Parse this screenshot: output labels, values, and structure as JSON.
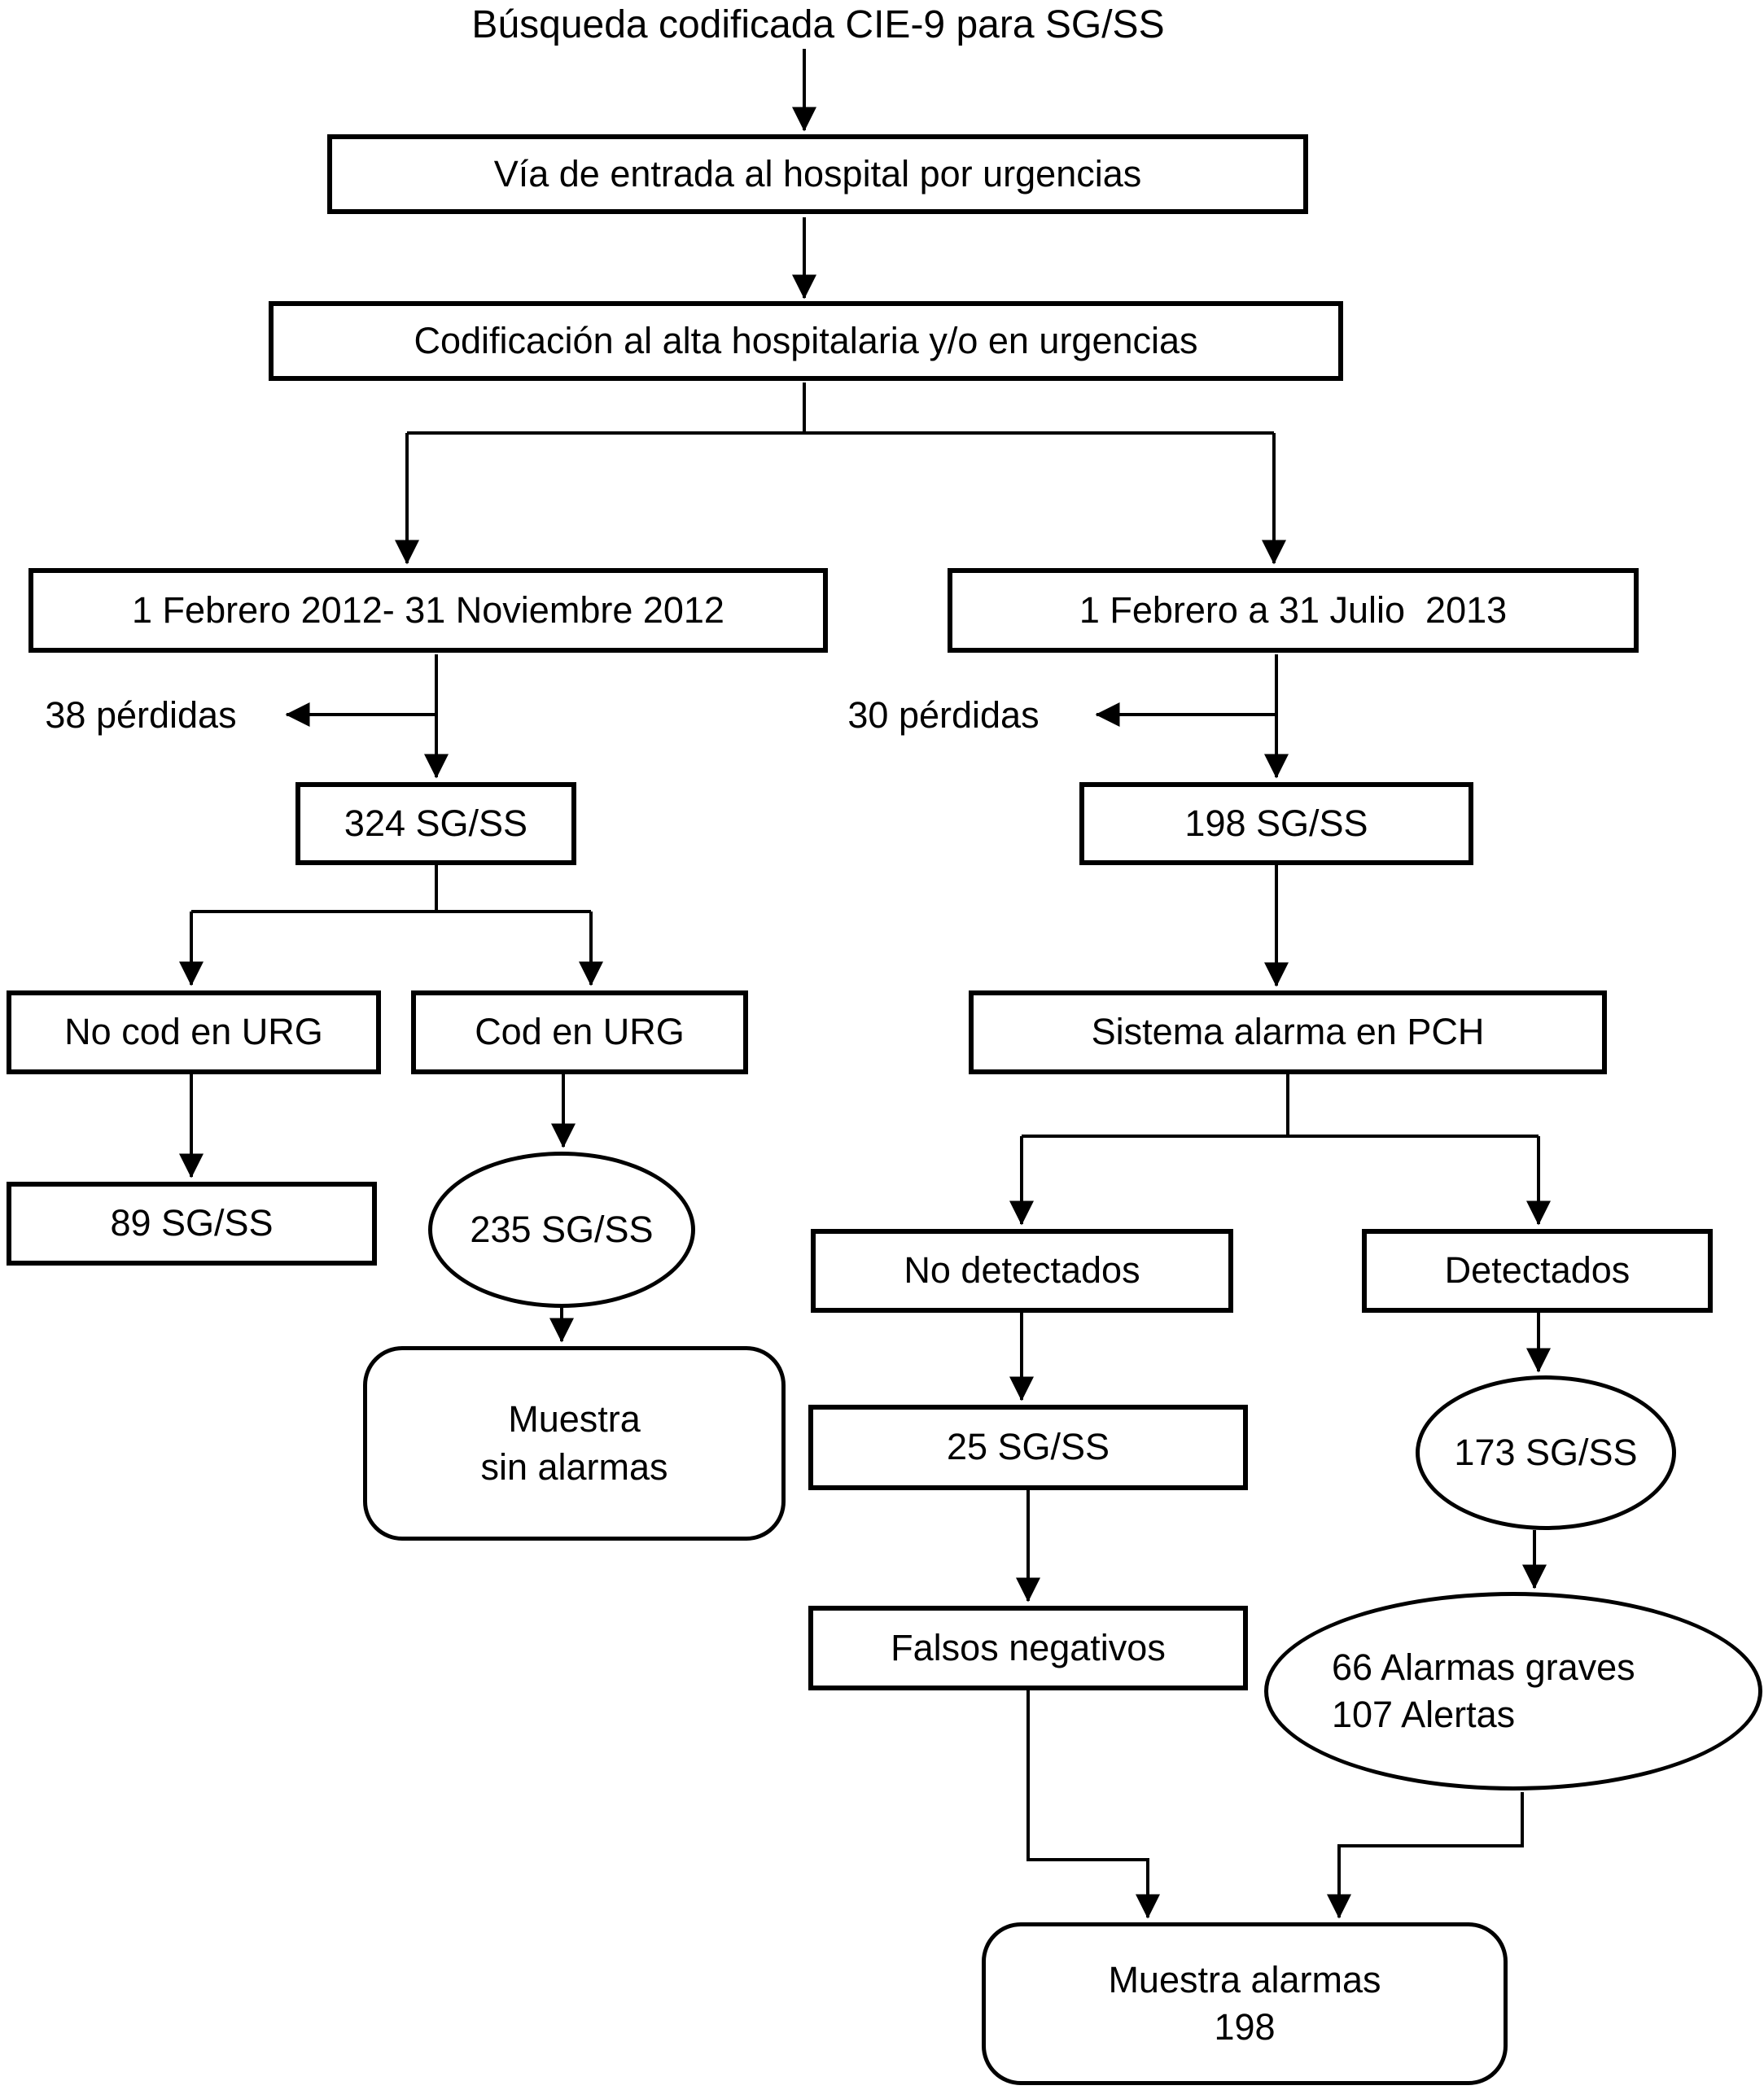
{
  "diagram": {
    "title": "Búsqueda codificada CIE-9 para SG/SS",
    "nodes": {
      "entry": {
        "label": "Vía de entrada al hospital por urgencias"
      },
      "coding": {
        "label": "Codificación al alta hospitalaria y/o en urgencias"
      },
      "period_2012": {
        "label": "1 Febrero 2012- 31 Noviembre 2012"
      },
      "period_2013": {
        "label": "1 Febrero a 31 Julio  2013"
      },
      "losses_2012": {
        "label": "38 pérdidas"
      },
      "losses_2013": {
        "label": "30 pérdidas"
      },
      "sgss_324": {
        "label": "324 SG/SS"
      },
      "sgss_198": {
        "label": "198 SG/SS"
      },
      "no_cod_urg": {
        "label": "No cod en URG"
      },
      "cod_urg": {
        "label": "Cod en URG"
      },
      "sgss_89": {
        "label": "89 SG/SS"
      },
      "sgss_235": {
        "label": "235 SG/SS"
      },
      "muestra_sin_alarmas": {
        "line1": "Muestra",
        "line2": "sin alarmas"
      },
      "sistema_alarma": {
        "label": "Sistema alarma en PCH"
      },
      "no_detectados": {
        "label": "No detectados"
      },
      "detectados": {
        "label": "Detectados"
      },
      "sgss_25": {
        "label": "25 SG/SS"
      },
      "sgss_173": {
        "label": "173 SG/SS"
      },
      "falsos_negativos": {
        "label": "Falsos negativos"
      },
      "alarmas_graves": {
        "line1": "66 Alarmas graves",
        "line2": "107 Alertas"
      },
      "muestra_alarmas": {
        "line1": "Muestra alarmas",
        "line2": "198"
      }
    },
    "colors": {
      "line": "#000000",
      "background": "#ffffff"
    }
  }
}
